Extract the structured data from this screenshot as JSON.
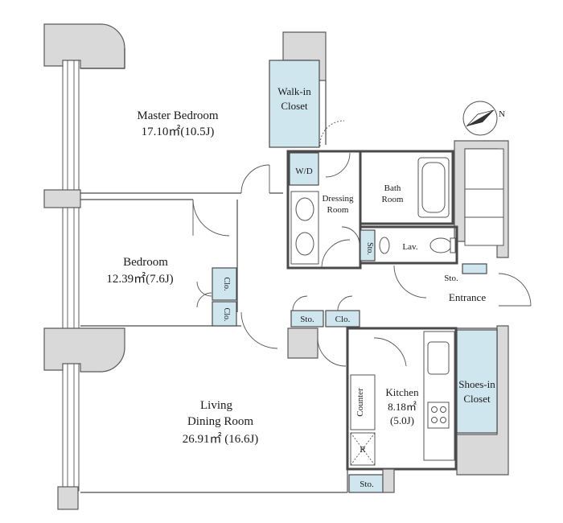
{
  "rooms": {
    "master_bedroom": {
      "name": "Master Bedroom",
      "area": "17.10㎡(10.5J)"
    },
    "walk_in_closet": {
      "line1": "Walk-in",
      "line2": "Closet"
    },
    "wd": "W/D",
    "dressing_room": {
      "line1": "Dressing",
      "line2": "Room"
    },
    "bath_room": {
      "line1": "Bath",
      "line2": "Room"
    },
    "lav": "Lav.",
    "bedroom": {
      "name": "Bedroom",
      "area": "12.39㎡(7.6J)"
    },
    "clo_1": "Clo.",
    "clo_2": "Clo.",
    "sto_hall": "Sto.",
    "clo_hall": "Clo.",
    "sto_dress": "Sto.",
    "sto_entrance": "Sto.",
    "entrance": "Entrance",
    "living": {
      "line1": "Living",
      "line2": "Dining Room",
      "area": "26.91㎡ (16.6J)"
    },
    "kitchen": {
      "name": "Kitchen",
      "area": "8.18㎡",
      "jo": "(5.0J)"
    },
    "counter": "Counter",
    "fridge": "R",
    "shoes_closet": {
      "line1": "Shoes-in",
      "line2": "Closet"
    },
    "sto_living": "Sto."
  },
  "compass": {
    "label": "N"
  }
}
